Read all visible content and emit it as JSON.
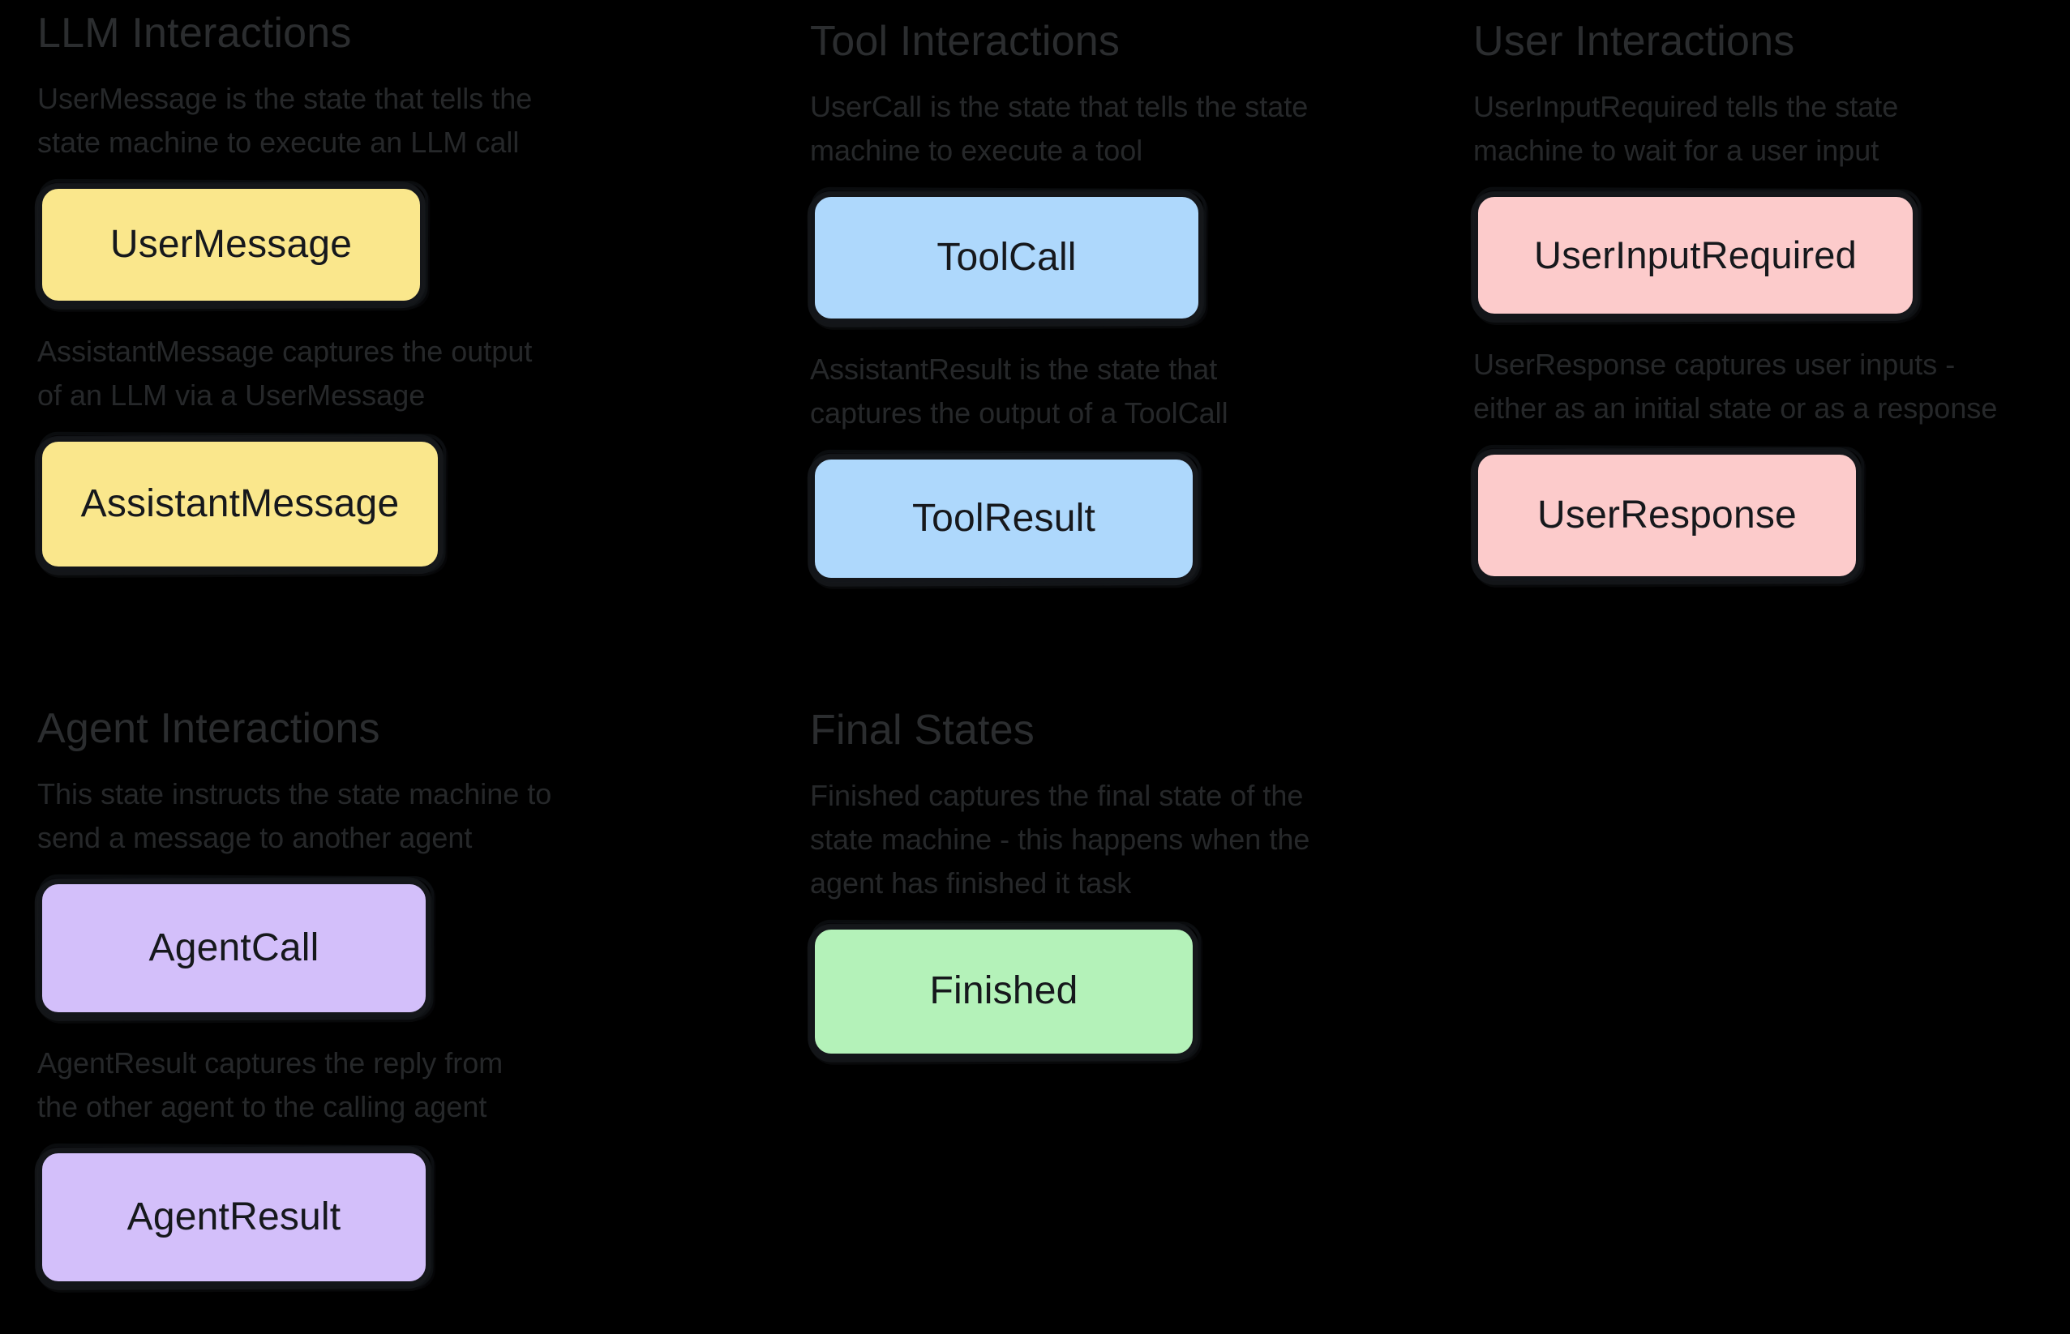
{
  "background_color": "#000000",
  "palette": {
    "yellow": "#fae78c",
    "blue": "#aed8fc",
    "pink": "#fccbcb",
    "purple": "#d3bffa",
    "green": "#b4f2b9",
    "node_border": "#14161a",
    "node_text": "#16181c",
    "title_text": "#2b2d2f",
    "note_text": "#26282a"
  },
  "groups": {
    "llm": {
      "title": "LLM Interactions",
      "note_1": "UserMessage is the state that tells the\nstate machine to execute an LLM call",
      "node_1": "UserMessage",
      "note_2": "AssistantMessage captures the output\nof an LLM via a UserMessage",
      "node_2": "AssistantMessage"
    },
    "tool": {
      "title": "Tool Interactions",
      "note_1": "UserCall is the state that tells the state\nmachine to execute a tool",
      "node_1": "ToolCall",
      "note_2": "AssistantResult is the state that\ncaptures the output of a ToolCall",
      "node_2": "ToolResult"
    },
    "user": {
      "title": "User Interactions",
      "note_1": "UserInputRequired tells the state\nmachine to wait for a user input",
      "node_1": "UserInputRequired",
      "note_2": "UserResponse captures user inputs -\neither as an initial state or as a response",
      "node_2": "UserResponse"
    },
    "agent": {
      "title": "Agent Interactions",
      "note_1": "This state instructs the state machine to\nsend a message to another agent",
      "node_1": "AgentCall",
      "note_2": "AgentResult captures the reply from\nthe other agent to the calling agent",
      "node_2": "AgentResult"
    },
    "final": {
      "title": "Final States",
      "note_1": "Finished captures the final state of the\nstate machine - this happens when the\nagent has finished it task",
      "node_1": "Finished"
    }
  }
}
